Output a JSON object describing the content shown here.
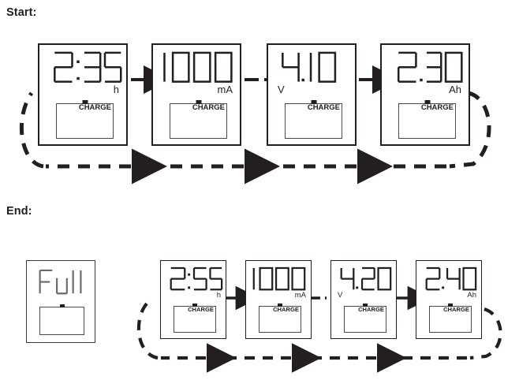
{
  "sections": {
    "start": {
      "label": "Start:"
    },
    "end": {
      "label": "End:"
    }
  },
  "labels": {
    "charge": "CHARGE"
  },
  "colors": {
    "ink": "#231f20",
    "segment": "#231f20",
    "battery_outline": "#4a4a4a",
    "background": "#ffffff"
  },
  "start_row": {
    "displays": [
      {
        "name": "time-display",
        "value": "2:35",
        "unit": "h",
        "charge_label": "CHARGE",
        "has_battery": true
      },
      {
        "name": "current-display",
        "value": "1000",
        "unit": "mA",
        "charge_label": "CHARGE",
        "has_battery": true
      },
      {
        "name": "voltage-display",
        "value": "4.10",
        "unit": "V",
        "charge_label": "CHARGE",
        "has_battery": true
      },
      {
        "name": "capacity-display",
        "value": "2.30",
        "unit": "Ah",
        "charge_label": "CHARGE",
        "has_battery": true
      }
    ],
    "connectors": [
      "arrow",
      "dashed",
      "arrow"
    ],
    "loop": {
      "style": "dashed",
      "direction": "right-to-left",
      "arrowheads": 3
    }
  },
  "end_row": {
    "full_display": {
      "name": "full-display",
      "value": "Full",
      "unit": "",
      "has_battery": true,
      "charge_label": ""
    },
    "displays": [
      {
        "name": "time-display",
        "value": "2:55",
        "unit": "h",
        "charge_label": "CHARGE",
        "has_battery": true
      },
      {
        "name": "current-display",
        "value": "1000",
        "unit": "mA",
        "charge_label": "CHARGE",
        "has_battery": true
      },
      {
        "name": "voltage-display",
        "value": "4.20",
        "unit": "V",
        "charge_label": "CHARGE",
        "has_battery": true
      },
      {
        "name": "capacity-display",
        "value": "2.40",
        "unit": "Ah",
        "charge_label": "CHARGE",
        "has_battery": true
      }
    ],
    "connectors": [
      "arrow",
      "dashed",
      "arrow",
      "arrow"
    ],
    "loop": {
      "style": "dashed",
      "direction": "right-to-left",
      "arrowheads": 2
    }
  }
}
